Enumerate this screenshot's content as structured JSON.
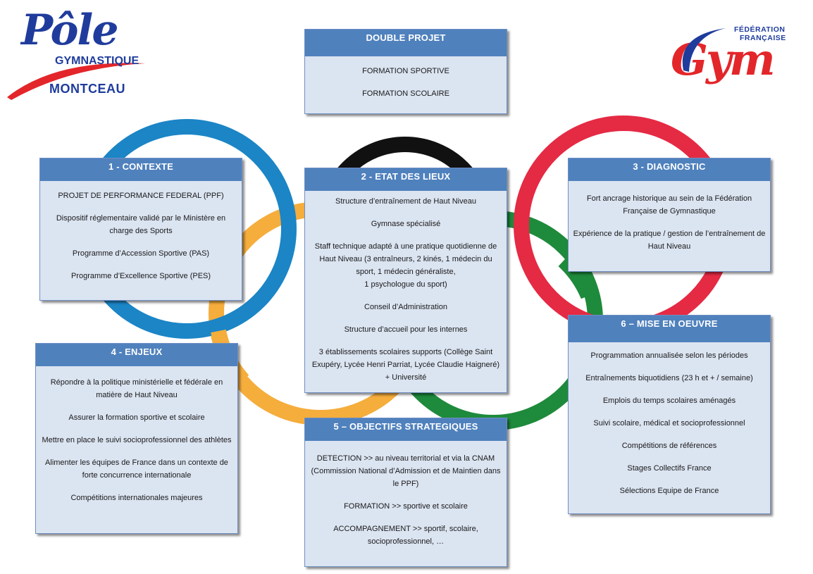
{
  "logos": {
    "pole": {
      "line1": "Pôle",
      "line2": "GYMNASTIQUE",
      "line3": "MONTCEAU"
    },
    "ffgym": {
      "line1": "FÉDÉRATION",
      "line2": "FRANÇAISE",
      "mark": "Gym"
    }
  },
  "colors": {
    "ring_blue": "#1b85c6",
    "ring_black": "#111111",
    "ring_red": "#e52a44",
    "ring_yellow": "#f5ad3c",
    "ring_green": "#1e8a3b",
    "header": "#4f81bd",
    "body": "#dbe4f1"
  },
  "boxes": {
    "double_projet": {
      "title": "DOUBLE PROJET",
      "items": [
        "FORMATION SPORTIVE",
        "FORMATION SCOLAIRE"
      ]
    },
    "contexte": {
      "title": "1 - CONTEXTE",
      "items": [
        "PROJET DE PERFORMANCE FEDERAL (PPF)",
        "Dispositif réglementaire validé par le Ministère en charge des Sports",
        "Programme d’Accession Sportive (PAS)",
        "Programme d’Excellence Sportive (PES)"
      ]
    },
    "etat_des_lieux": {
      "title": "2 - ETAT DES LIEUX",
      "items": [
        "Structure d’entraînement de Haut Niveau",
        "Gymnase spécialisé",
        "Staff technique adapté à une pratique quotidienne de Haut Niveau (3 entraîneurs, 2 kinés, 1 médecin du sport, 1 médecin généraliste,\n1 psychologue du sport)",
        "Conseil d’Administration",
        "Structure d’accueil pour les internes",
        "3 établissements scolaires supports (Collège Saint Exupéry, Lycée Henri Parriat, Lycée Claudie Haigneré) + Université"
      ]
    },
    "diagnostic": {
      "title": "3 - DIAGNOSTIC",
      "items": [
        "Fort ancrage historique au sein de la Fédération Française de Gymnastique",
        "Expérience de la pratique / gestion de l’entraînement de Haut Niveau"
      ]
    },
    "enjeux": {
      "title": "4 - ENJEUX",
      "items": [
        "Répondre à la politique ministérielle et fédérale en matière de Haut Niveau",
        "Assurer la formation sportive et  scolaire",
        "Mettre en place le suivi socioprofessionnel des athlètes",
        "Alimenter les équipes de France dans un contexte de forte concurrence internationale",
        "Compétitions internationales majeures"
      ]
    },
    "objectifs": {
      "title": "5 – OBJECTIFS STRATEGIQUES",
      "items": [
        "DETECTION >> au niveau territorial et via la CNAM (Commission National d’Admission et de Maintien dans le PPF)",
        "FORMATION >> sportive et scolaire",
        "ACCOMPAGNEMENT >> sportif, scolaire, socioprofessionnel, …"
      ]
    },
    "mise_en_oeuvre": {
      "title": "6 – MISE EN OEUVRE",
      "items": [
        "Programmation annualisée selon les périodes",
        "Entraînements biquotidiens (23 h et + / semaine)",
        "Emplois du temps scolaires aménagés",
        "Suivi scolaire, médical et socioprofessionnel",
        "Compétitions de références",
        "Stages Collectifs France",
        "Sélections Equipe de France"
      ]
    }
  }
}
